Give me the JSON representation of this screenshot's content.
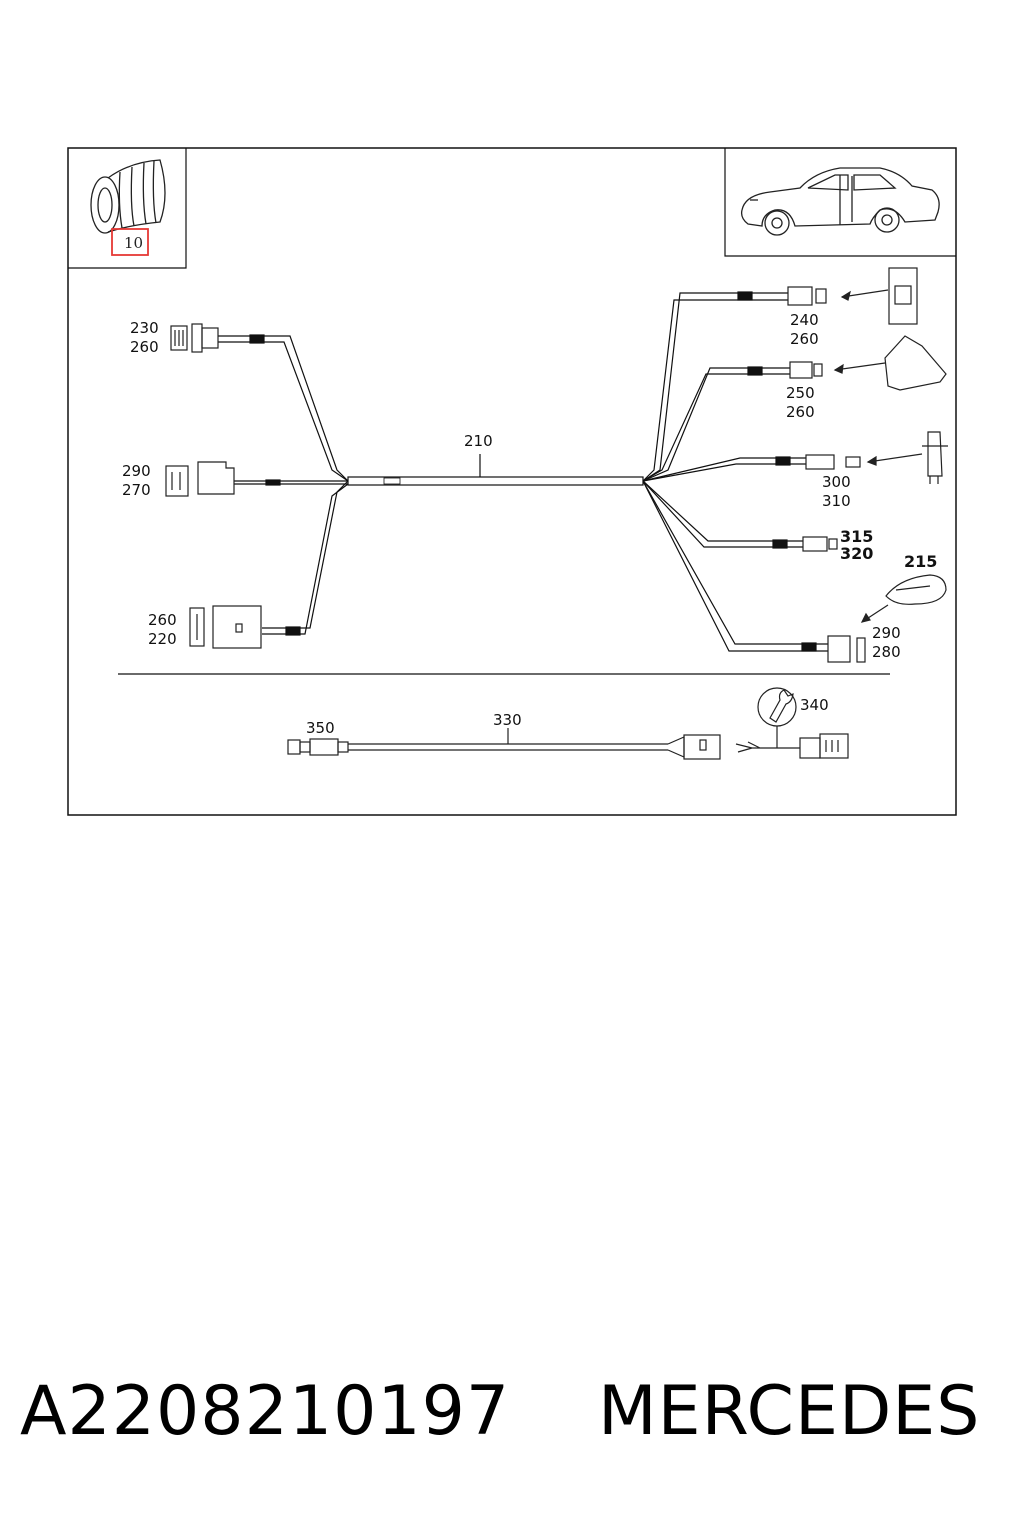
{
  "diagram": {
    "highlight_label": "10",
    "main_harness_label": "210",
    "callouts": {
      "c230": "230",
      "c260a": "260",
      "c290a": "290",
      "c270": "270",
      "c260b": "260",
      "c220": "220",
      "c240": "240",
      "c260c": "260",
      "c250": "250",
      "c260d": "260",
      "c300": "300",
      "c310": "310",
      "c315": "315",
      "c320": "320",
      "c215": "215",
      "c290b": "290",
      "c280": "280",
      "c330": "330",
      "c350": "350",
      "c340": "340"
    }
  },
  "footer": {
    "part_number": "A2208210197",
    "brand": "MERCEDES"
  },
  "colors": {
    "highlight": "#e53935",
    "line": "#111111"
  }
}
